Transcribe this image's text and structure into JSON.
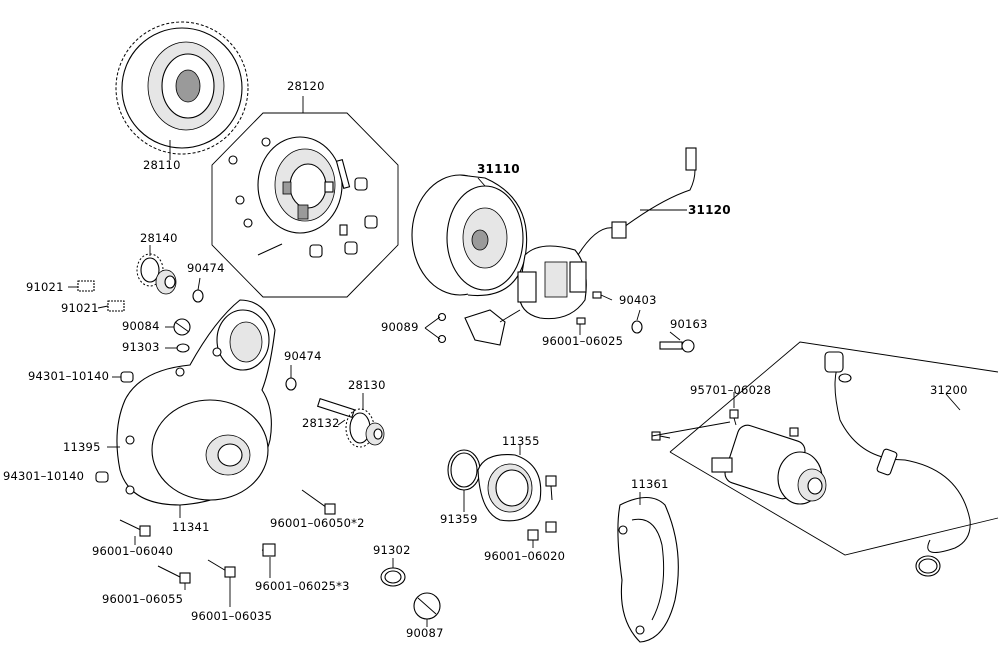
{
  "diagram": {
    "labels": {
      "p28110": "28110",
      "p28120": "28120",
      "p31110": "31110",
      "p31120": "31120",
      "p28140": "28140",
      "p90474a": "90474",
      "p91021a": "91021",
      "p91021b": "91021",
      "p90084": "90084",
      "p91303": "91303",
      "p90089": "90089",
      "p90403": "90403",
      "p90163": "90163",
      "p96001_06025": "96001–06025",
      "p94301_a": "94301–10140",
      "p90474b": "90474",
      "p28130": "28130",
      "p28132": "28132",
      "p95701": "95701–06028",
      "p31200": "31200",
      "p11395": "11395",
      "p11355": "11355",
      "p94301_b": "94301–10140",
      "p11361": "11361",
      "p11341": "11341",
      "p96001_06050": "96001–06050*2",
      "p91359": "91359",
      "p96001_06020": "96001–06020",
      "p96001_06040": "96001–06040",
      "p91302": "91302",
      "p96001_06025x3": "96001–06025*3",
      "p96001_06055": "96001–06055",
      "p96001_06035": "96001–06035",
      "p90087": "90087"
    }
  }
}
